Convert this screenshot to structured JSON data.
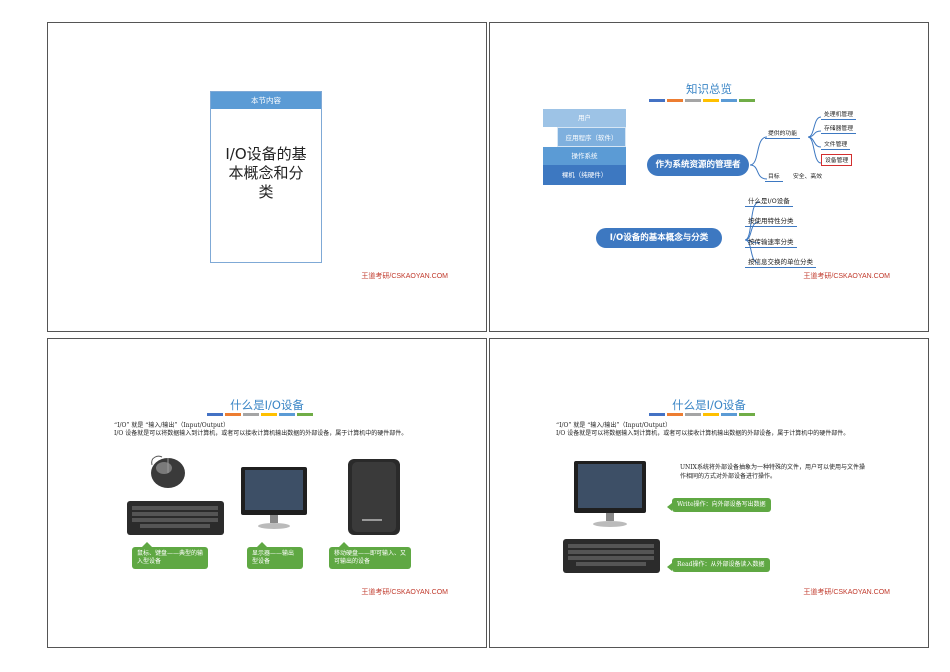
{
  "footer_text": "王道考研/CSKAOYAN.COM",
  "colorbar": [
    "#4472c4",
    "#ed7d31",
    "#a5a5a5",
    "#ffc000",
    "#5b9bd5",
    "#70ad47"
  ],
  "slide1": {
    "header": "本节内容",
    "title_lines": [
      "I/O设备的基",
      "本概念和分",
      "类"
    ]
  },
  "slide2": {
    "title": "知识总览",
    "layers": [
      "用户",
      "应用程序（软件）",
      "操作系统",
      "裸机（纯硬件）"
    ],
    "node_manager": "作为系统资源的管理者",
    "node_io": "I/O设备的基本概念与分类",
    "label_functions": "提供的功能",
    "label_goal": "目标",
    "functions": [
      "处理机管理",
      "存储器管理",
      "文件管理",
      "设备管理"
    ],
    "goal_value": "安全、高效",
    "io_items": [
      "什么是I/O设备",
      "按使用特性分类",
      "按传输速率分类",
      "按信息交换的单位分类"
    ]
  },
  "slide3": {
    "title": "什么是I/O设备",
    "line1": "“I/O” 就是 “输入/输出”（Input/Output）",
    "line2": "I/O 设备就是可以将数据输入到计算机，或者可以接收计算机输出数据的外部设备，属于计算机中的硬件部件。",
    "callout_input": "鼠标、键盘——典型的输入型设备",
    "callout_output": "显示器——输出型设备",
    "callout_storage": "移动硬盘——即可输入、又可输出的设备"
  },
  "slide4": {
    "title": "什么是I/O设备",
    "line1": "“I/O” 就是 “输入/输出”（Input/Output）",
    "line2": "I/O 设备就是可以将数据输入到计算机，或者可以接收计算机输出数据的外部设备，属于计算机中的硬件部件。",
    "unix_text": "UNIX系统将外部设备抽象为一种特殊的文件，用户可以使用与文件操作相同的方式对外部设备进行操作。",
    "callout_write": "Write操作：向外部设备写出数据",
    "callout_read": "Read操作：从外部设备读入数据"
  }
}
